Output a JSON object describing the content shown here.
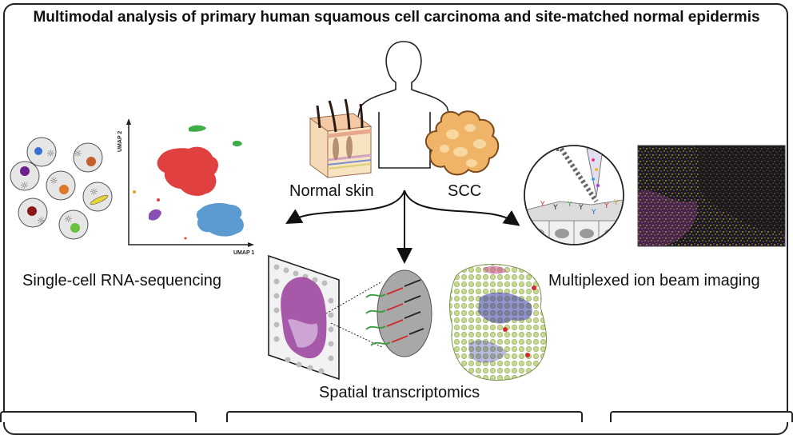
{
  "title": "Multimodal analysis of primary human squamous cell carcinoma and site-matched normal epidermis",
  "labels": {
    "normal_skin": "Normal skin",
    "scc": "SCC",
    "scrnaseq": "Single-cell RNA-sequencing",
    "mibi": "Multiplexed ion beam imaging",
    "spatial": "Spatial transcriptomics"
  },
  "umap": {
    "x_axis": "UMAP 1",
    "y_axis": "UMAP 2"
  },
  "colors": {
    "cluster_red": "#e0403f",
    "cluster_blue": "#5b9bd2",
    "cluster_green": "#3fae49",
    "cluster_purple": "#8a4fb3",
    "scc_tumor": "#f0b468",
    "he_purple": "#9a3e9c",
    "mibi_bg": "#1a1a1a"
  }
}
